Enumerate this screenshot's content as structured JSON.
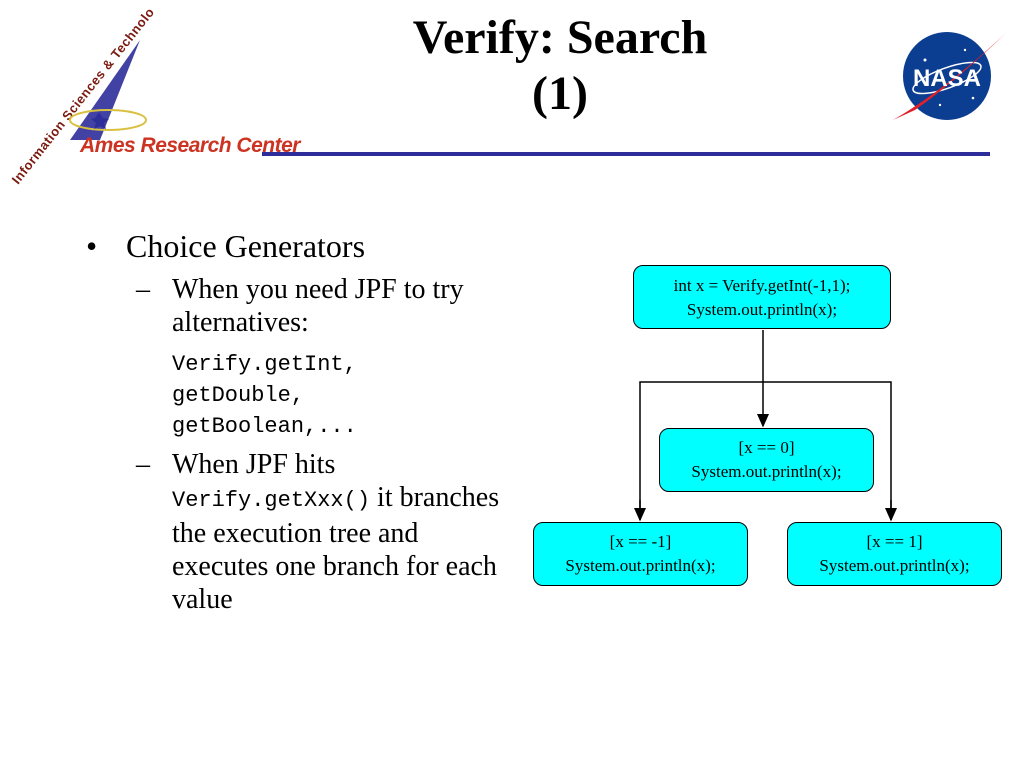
{
  "header": {
    "title_line1": "Verify: Search",
    "title_line2": "(1)",
    "org_arc_text": "Information Sciences & Technology",
    "org_name": "Ames Research Center",
    "nasa_logo_text": "NASA"
  },
  "bullets": {
    "main": "Choice Generators",
    "sub1": "When you need JPF to try alternatives:",
    "code_lines": [
      "Verify.getInt,",
      "getDouble,",
      "getBoolean,..."
    ],
    "sub2_prefix": "When JPF hits",
    "sub2_code": "Verify.getXxx()",
    "sub2_suffix": "it branches the execution tree and executes one branch for each value"
  },
  "diagram": {
    "root": {
      "line1": "int x = Verify.getInt(-1,1);",
      "line2": "System.out.println(x);"
    },
    "middle": {
      "line1": "[x == 0]",
      "line2": "System.out.println(x);"
    },
    "left": {
      "line1": "[x == -1]",
      "line2": "System.out.println(x);"
    },
    "right": {
      "line1": "[x == 1]",
      "line2": "System.out.println(x);"
    }
  },
  "colors": {
    "node_fill": "#00ffff",
    "header_rule": "#2e2e9a",
    "ames_red": "#cc3322",
    "nasa_blue": "#0b3d91"
  }
}
